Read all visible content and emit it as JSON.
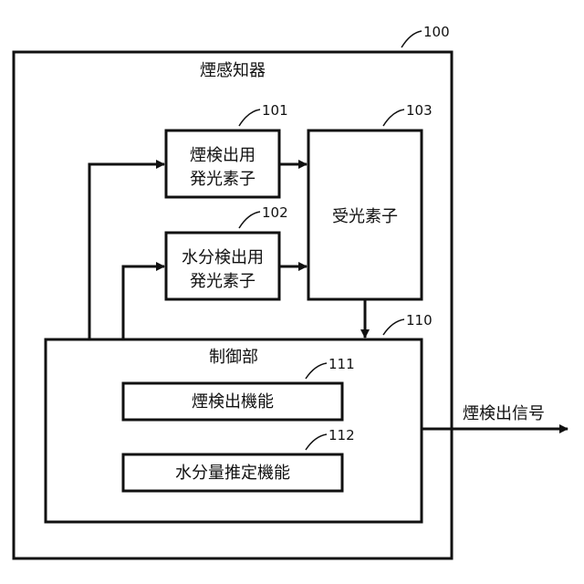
{
  "diagram": {
    "outer": {
      "ref": "100",
      "title": "煙感知器"
    },
    "emitter_smoke": {
      "ref": "101",
      "line1": "煙検出用",
      "line2": "発光素子"
    },
    "emitter_water": {
      "ref": "102",
      "line1": "水分検出用",
      "line2": "発光素子"
    },
    "receiver": {
      "ref": "103",
      "label": "受光素子"
    },
    "controller": {
      "ref": "110",
      "title": "制御部",
      "func_smoke": {
        "ref": "111",
        "label": "煙検出機能"
      },
      "func_water": {
        "ref": "112",
        "label": "水分量推定機能"
      }
    },
    "output_signal": "煙検出信号"
  }
}
